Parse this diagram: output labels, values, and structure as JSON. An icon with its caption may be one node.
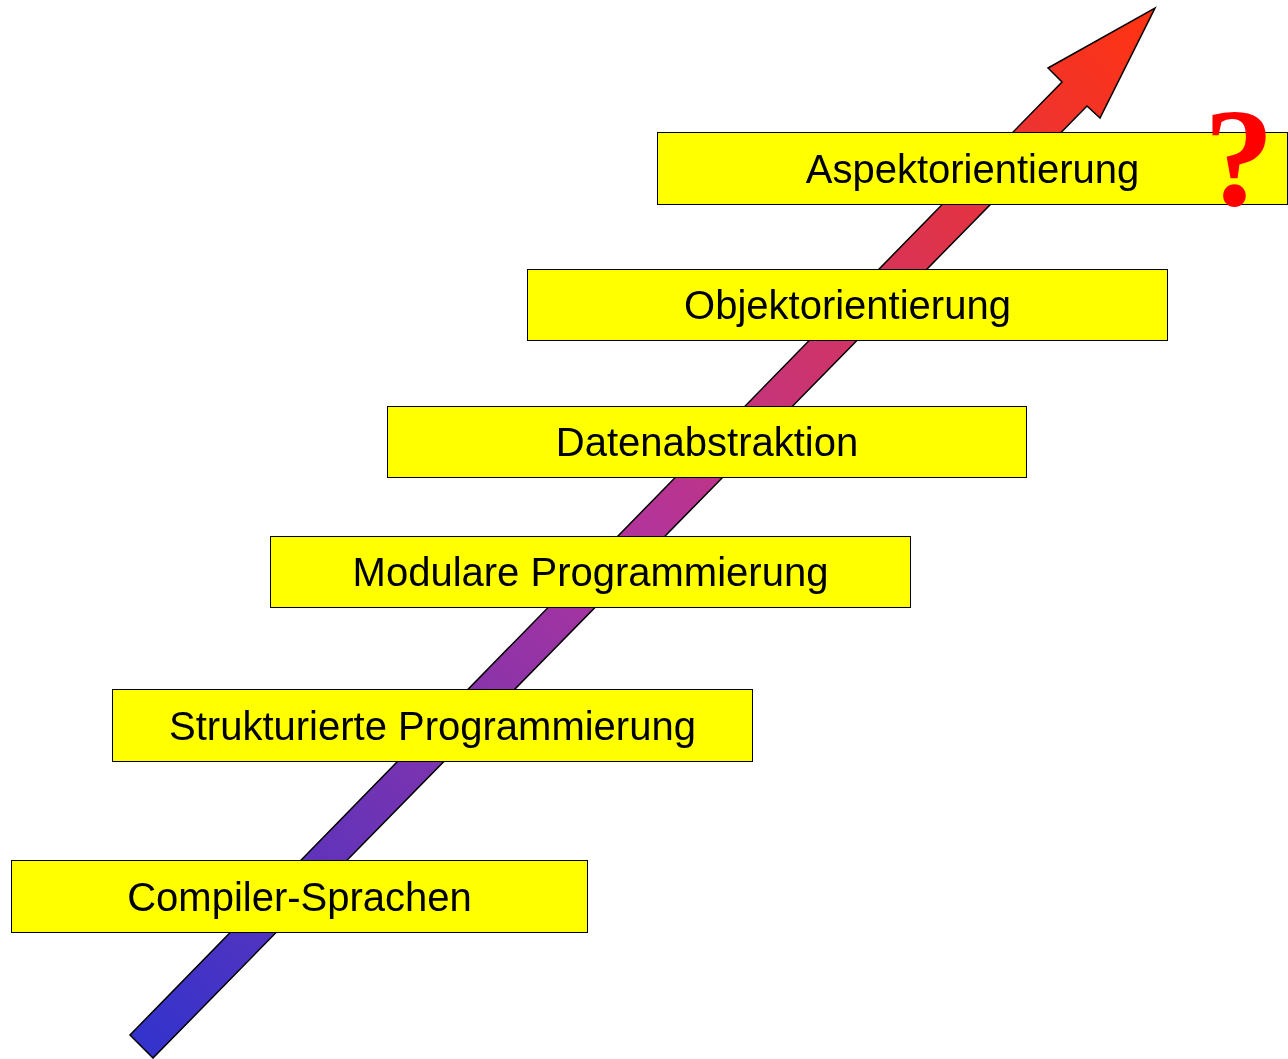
{
  "diagram": {
    "nodes": [
      {
        "text": [
          "Aspektorientierung"
        ]
      },
      {
        "text": [
          "Objektorientierung"
        ]
      },
      {
        "text": [
          "Datenabstraktion"
        ]
      },
      {
        "text": [
          "Modulare Programmierung"
        ]
      },
      {
        "text": [
          "Strukturierte Programmierung"
        ]
      },
      {
        "text": [
          "Compiler-Sprachen"
        ]
      }
    ],
    "labels": [
      "?"
    ]
  }
}
